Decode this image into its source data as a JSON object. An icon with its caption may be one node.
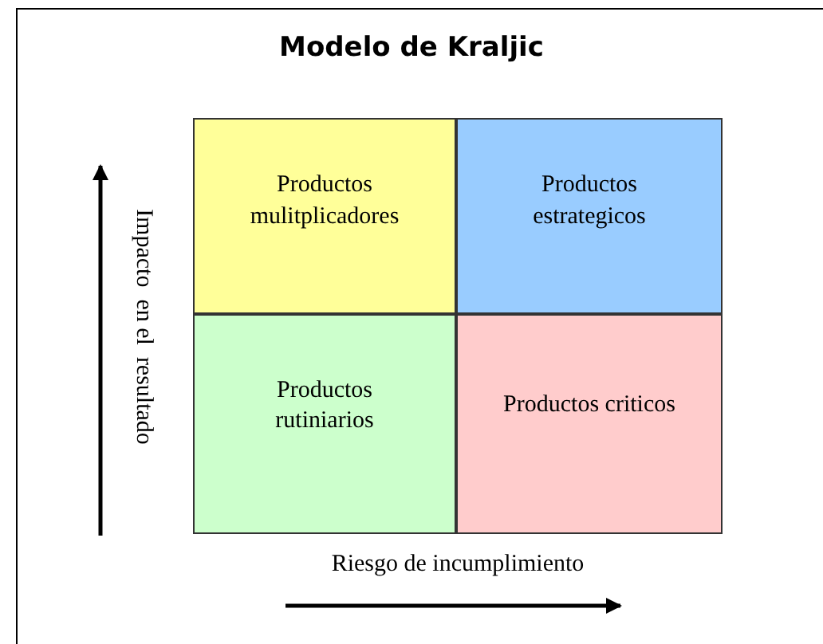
{
  "diagram": {
    "title": "Modelo de Kraljic",
    "nodes": [
      {
        "text": [
          "Productos mulitplicadores"
        ]
      },
      {
        "text": [
          "Productos estrategicos"
        ]
      },
      {
        "text": [
          "Productos rutiniarios"
        ]
      },
      {
        "text": [
          "Productos criticos"
        ]
      }
    ],
    "labels": [
      "Impacto  en el  resultado",
      "Riesgo de incumplimiento"
    ]
  }
}
